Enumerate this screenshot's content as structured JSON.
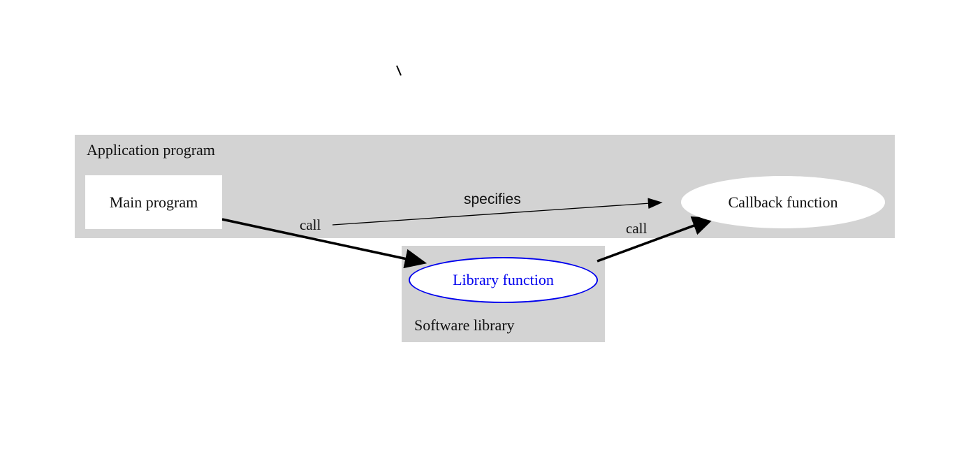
{
  "diagram": {
    "regions": {
      "application_program": {
        "label": "Application program"
      },
      "software_library": {
        "label": "Software library"
      }
    },
    "nodes": {
      "main_program": {
        "label": "Main program",
        "shape": "rectangle",
        "fill": "#ffffff"
      },
      "callback_function": {
        "label": "Callback function",
        "shape": "ellipse",
        "fill": "#ffffff"
      },
      "library_function": {
        "label": "Library function",
        "shape": "ellipse",
        "fill": "#ffffff",
        "stroke": "#0000ee",
        "text_color": "#0000ee"
      }
    },
    "edges": {
      "main_to_library": {
        "label": "call",
        "style": "thick-arrow"
      },
      "main_to_callback": {
        "label": "specifies",
        "style": "thin-arrow"
      },
      "library_to_callback": {
        "label": "call",
        "style": "thick-arrow"
      }
    },
    "colors": {
      "region_background": "#d3d3d3",
      "node_fill": "#ffffff",
      "accent_blue": "#0000ee",
      "line_black": "#000000"
    }
  }
}
